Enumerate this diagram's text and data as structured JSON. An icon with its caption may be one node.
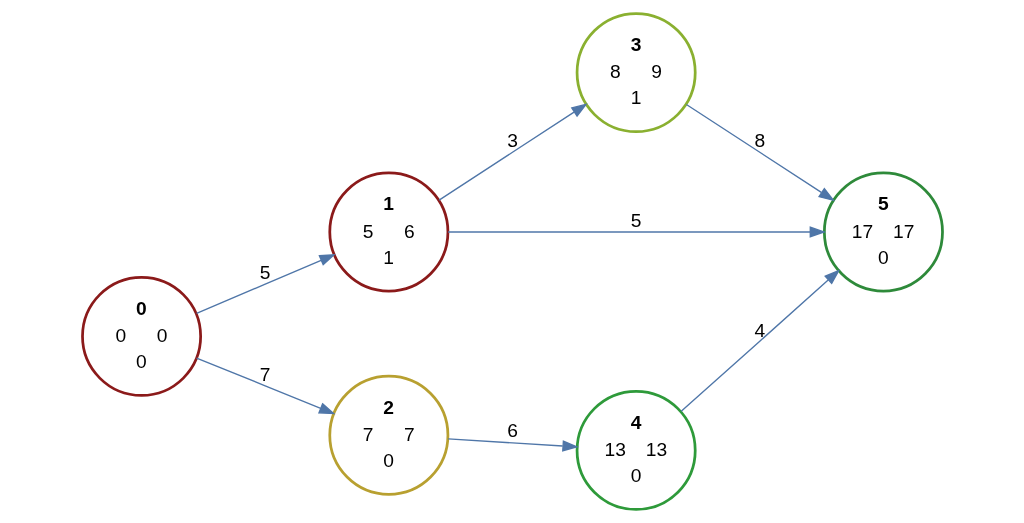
{
  "diagram": {
    "nodes": [
      {
        "text": [
          "0",
          "0",
          "0",
          "0"
        ]
      },
      {
        "text": [
          "1",
          "5",
          "6",
          "1"
        ]
      },
      {
        "text": [
          "2",
          "7",
          "7",
          "0"
        ]
      },
      {
        "text": [
          "3",
          "8",
          "9",
          "1"
        ]
      },
      {
        "text": [
          "4",
          "13",
          "13",
          "0"
        ]
      },
      {
        "text": [
          "5",
          "17",
          "17",
          "0"
        ]
      }
    ],
    "edges": [
      {
        "from": 0,
        "to": 1,
        "arrow": "to",
        "label": "5"
      },
      {
        "from": 0,
        "to": 2,
        "arrow": "to",
        "label": "7"
      },
      {
        "from": 1,
        "to": 5,
        "arrow": "to",
        "label": "5"
      },
      {
        "from": 1,
        "to": 3,
        "arrow": "to",
        "label": "3"
      },
      {
        "from": 3,
        "to": 5,
        "arrow": "to",
        "label": "8"
      },
      {
        "from": 2,
        "to": 4,
        "arrow": "to",
        "label": "6"
      },
      {
        "from": 4,
        "to": 5,
        "arrow": "to",
        "label": "4"
      }
    ]
  }
}
